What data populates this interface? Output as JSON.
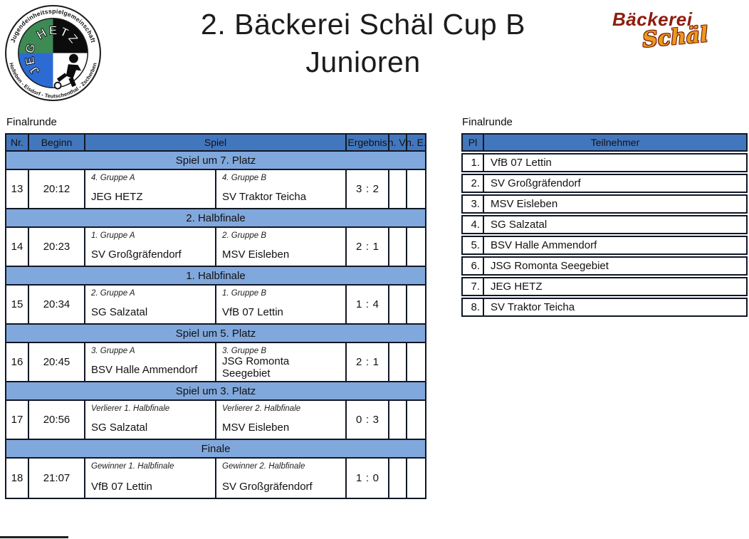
{
  "header": {
    "title_line1": "2. Bäckerei Schäl Cup B",
    "title_line2": "Junioren",
    "club_logo": {
      "ring_text_top": "Jugendeinheitsspielgemeinschaft",
      "ring_text_bottom": "Holleben - Eisdorf - Teutschenthal - Zscherben",
      "arc_text": "JEG HETZ",
      "quadrant_green": "#3e8a55",
      "quadrant_black": "#0c0c0c",
      "quadrant_blue": "#2d6bd4"
    },
    "sponsor_logo": {
      "line1": "Bäckerei",
      "line2": "Schäl",
      "color_line1": "#8f1c0e",
      "color_line2": "#e89b1d"
    }
  },
  "colors": {
    "header_blue": "#4377bd",
    "band_blue": "#81a8dc",
    "border": "#101726"
  },
  "schedule": {
    "section_label": "Finalrunde",
    "columns": [
      "Nr.",
      "Beginn",
      "Spiel",
      "Ergebnis",
      "n. V.",
      "n. E."
    ],
    "sections": [
      {
        "title": "Spiel um 7. Platz",
        "match": {
          "nr": "13",
          "time": "20:12",
          "home_label": "4. Gruppe A",
          "home_team": "JEG HETZ",
          "away_label": "4. Gruppe B",
          "away_team": "SV Traktor Teicha",
          "score_home": "3",
          "score_sep": ":",
          "score_away": "2"
        }
      },
      {
        "title": "2. Halbfinale",
        "match": {
          "nr": "14",
          "time": "20:23",
          "home_label": "1. Gruppe A",
          "home_team": "SV Großgräfendorf",
          "away_label": "2. Gruppe B",
          "away_team": "MSV Eisleben",
          "score_home": "2",
          "score_sep": ":",
          "score_away": "1"
        }
      },
      {
        "title": "1. Halbfinale",
        "match": {
          "nr": "15",
          "time": "20:34",
          "home_label": "2. Gruppe A",
          "home_team": "SG Salzatal",
          "away_label": "1. Gruppe B",
          "away_team": "VfB 07 Lettin",
          "score_home": "1",
          "score_sep": ":",
          "score_away": "4"
        }
      },
      {
        "title": "Spiel um 5. Platz",
        "match": {
          "nr": "16",
          "time": "20:45",
          "home_label": "3. Gruppe A",
          "home_team": "BSV Halle Ammendorf",
          "away_label": "3. Gruppe B",
          "away_team": "JSG Romonta Seegebiet",
          "score_home": "2",
          "score_sep": ":",
          "score_away": "1"
        }
      },
      {
        "title": "Spiel um 3. Platz",
        "match": {
          "nr": "17",
          "time": "20:56",
          "home_label": "Verlierer 1. Halbfinale",
          "home_team": "SG Salzatal",
          "away_label": "Verlierer 2. Halbfinale",
          "away_team": "MSV Eisleben",
          "score_home": "0",
          "score_sep": ":",
          "score_away": "3"
        }
      },
      {
        "title": "Finale",
        "match": {
          "nr": "18",
          "time": "21:07",
          "home_label": "Gewinner 1. Halbfinale",
          "home_team": "VfB 07 Lettin",
          "away_label": "Gewinner 2. Halbfinale",
          "away_team": "SV Großgräfendorf",
          "score_home": "1",
          "score_sep": ":",
          "score_away": "0"
        }
      }
    ]
  },
  "standings": {
    "section_label": "Finalrunde",
    "columns": [
      "Pl",
      "Teilnehmer"
    ],
    "rows": [
      {
        "rank": "1.",
        "team": "VfB 07 Lettin"
      },
      {
        "rank": "2.",
        "team": "SV Großgräfendorf"
      },
      {
        "rank": "3.",
        "team": "MSV Eisleben"
      },
      {
        "rank": "4.",
        "team": "SG Salzatal"
      },
      {
        "rank": "5.",
        "team": "BSV Halle Ammendorf"
      },
      {
        "rank": "6.",
        "team": "JSG Romonta Seegebiet"
      },
      {
        "rank": "7.",
        "team": "JEG HETZ"
      },
      {
        "rank": "8.",
        "team": "SV Traktor Teicha"
      }
    ]
  }
}
